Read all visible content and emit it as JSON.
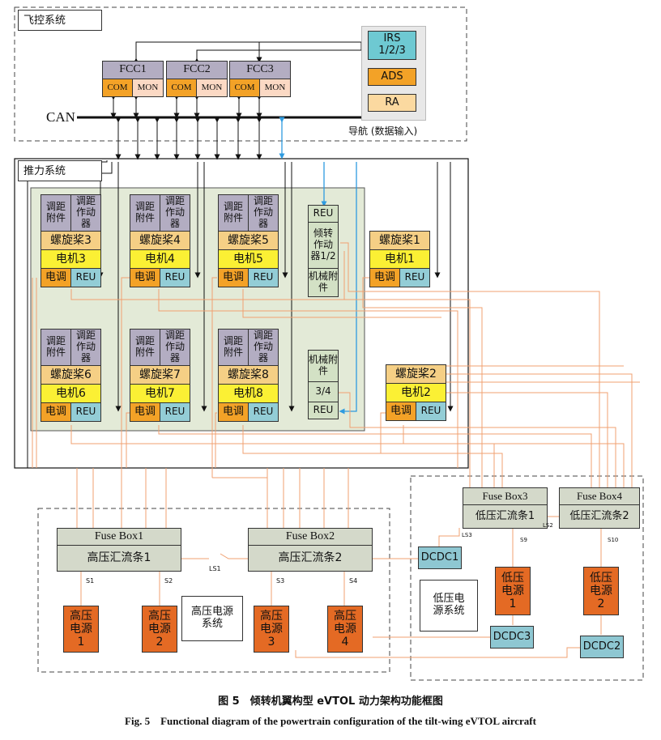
{
  "systems": {
    "flight_control": "飞控系统",
    "propulsion": "推力系统",
    "hv_power": "高压电源系统",
    "lv_power": "低压电源系统"
  },
  "can_bus": "CAN",
  "fcc": [
    {
      "name": "FCC1",
      "com": "COM",
      "mon": "MON"
    },
    {
      "name": "FCC2",
      "com": "COM",
      "mon": "MON"
    },
    {
      "name": "FCC3",
      "com": "COM",
      "mon": "MON"
    }
  ],
  "navigation": {
    "irs": "IRS 1/2/3",
    "ads": "ADS",
    "ra": "RA",
    "label": "导航 (数据输入)"
  },
  "propulsion_unit": {
    "pitch_attachment": "调距附件",
    "pitch_actuator": "调距作动器",
    "esc": "电调",
    "reu": "REU"
  },
  "propellers": [
    "螺旋桨1",
    "螺旋桨2",
    "螺旋桨3",
    "螺旋桨4",
    "螺旋桨5",
    "螺旋桨6",
    "螺旋桨7",
    "螺旋桨8"
  ],
  "motors": [
    "电机1",
    "电机2",
    "电机3",
    "电机4",
    "电机5",
    "电机6",
    "电机7",
    "电机8"
  ],
  "tilt": {
    "reu": "REU",
    "actuator": "倾转作动器1/2",
    "attachment": "机械附件",
    "attachment2": "机械附件",
    "num34": "3/4"
  },
  "fuse_boxes": [
    "Fuse Box1",
    "Fuse Box2",
    "Fuse Box3",
    "Fuse Box4"
  ],
  "hv_buses": [
    "高压汇流条1",
    "高压汇流条2"
  ],
  "lv_buses": [
    "低压汇流条1",
    "低压汇流条2"
  ],
  "hv_sources": [
    "高压电源1",
    "高压电源2",
    "高压电源3",
    "高压电源4"
  ],
  "lv_sources": [
    "低压电源1",
    "低压电源2"
  ],
  "dcdc": [
    "DCDC1",
    "DCDC2",
    "DCDC3"
  ],
  "switches": [
    "S1",
    "S2",
    "S3",
    "S4",
    "LS1",
    "LS2",
    "LS3",
    "S9",
    "S10"
  ],
  "caption": {
    "cn": "图 5　倾转机翼构型 eVTOL 动力架构功能框图",
    "en": "Fig. 5　Functional diagram of the powertrain configuration of the tilt-wing eVTOL aircraft"
  },
  "colors": {
    "power_line": "#f0a070",
    "can_line": "#111111",
    "tilt_line": "#2e9be0",
    "hv_source": "#e46a24",
    "esc": "#f3a227",
    "motor": "#fbf034"
  }
}
